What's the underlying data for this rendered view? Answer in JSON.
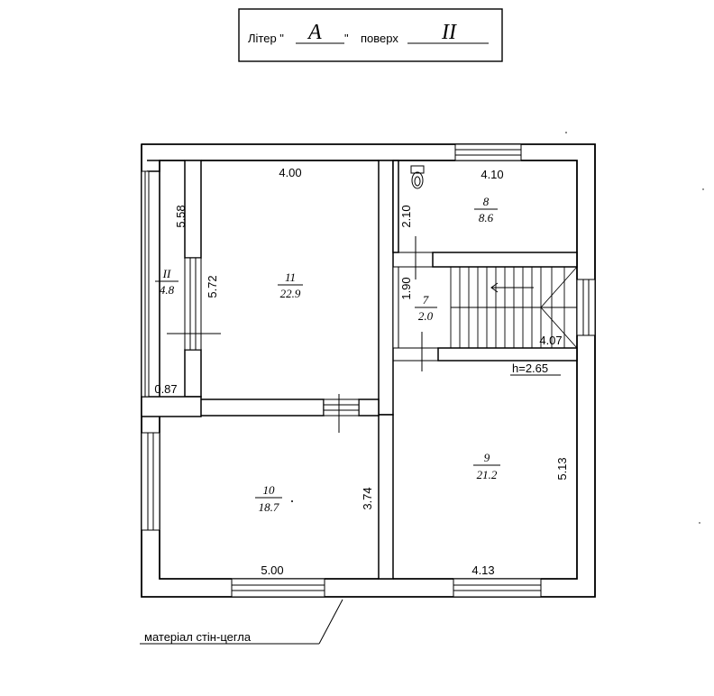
{
  "header": {
    "liter_label": "Літер \"",
    "liter_value": "А",
    "liter_close": "\"",
    "floor_label": "поверх",
    "floor_value": "II"
  },
  "rooms": [
    {
      "id": "room-11",
      "number": "11",
      "area": "22.9"
    },
    {
      "id": "room-II",
      "number": "II",
      "area": "4.8"
    },
    {
      "id": "room-8",
      "number": "8",
      "area": "8.6"
    },
    {
      "id": "room-7",
      "number": "7",
      "area": "2.0"
    },
    {
      "id": "room-9",
      "number": "9",
      "area": "21.2"
    },
    {
      "id": "room-10",
      "number": "10",
      "area": "18.7"
    }
  ],
  "dimensions": {
    "d_400": "4.00",
    "d_410": "4.10",
    "d_558": "5.58",
    "d_572": "5.72",
    "d_210": "2.10",
    "d_190": "1.90",
    "d_407": "4.07",
    "d_087": "0.87",
    "d_374": "3.74",
    "d_513": "5.13",
    "d_500": "5.00",
    "d_413": "4.13"
  },
  "height_note": "h=2.65",
  "material_note": "матеріал стін-цегла"
}
